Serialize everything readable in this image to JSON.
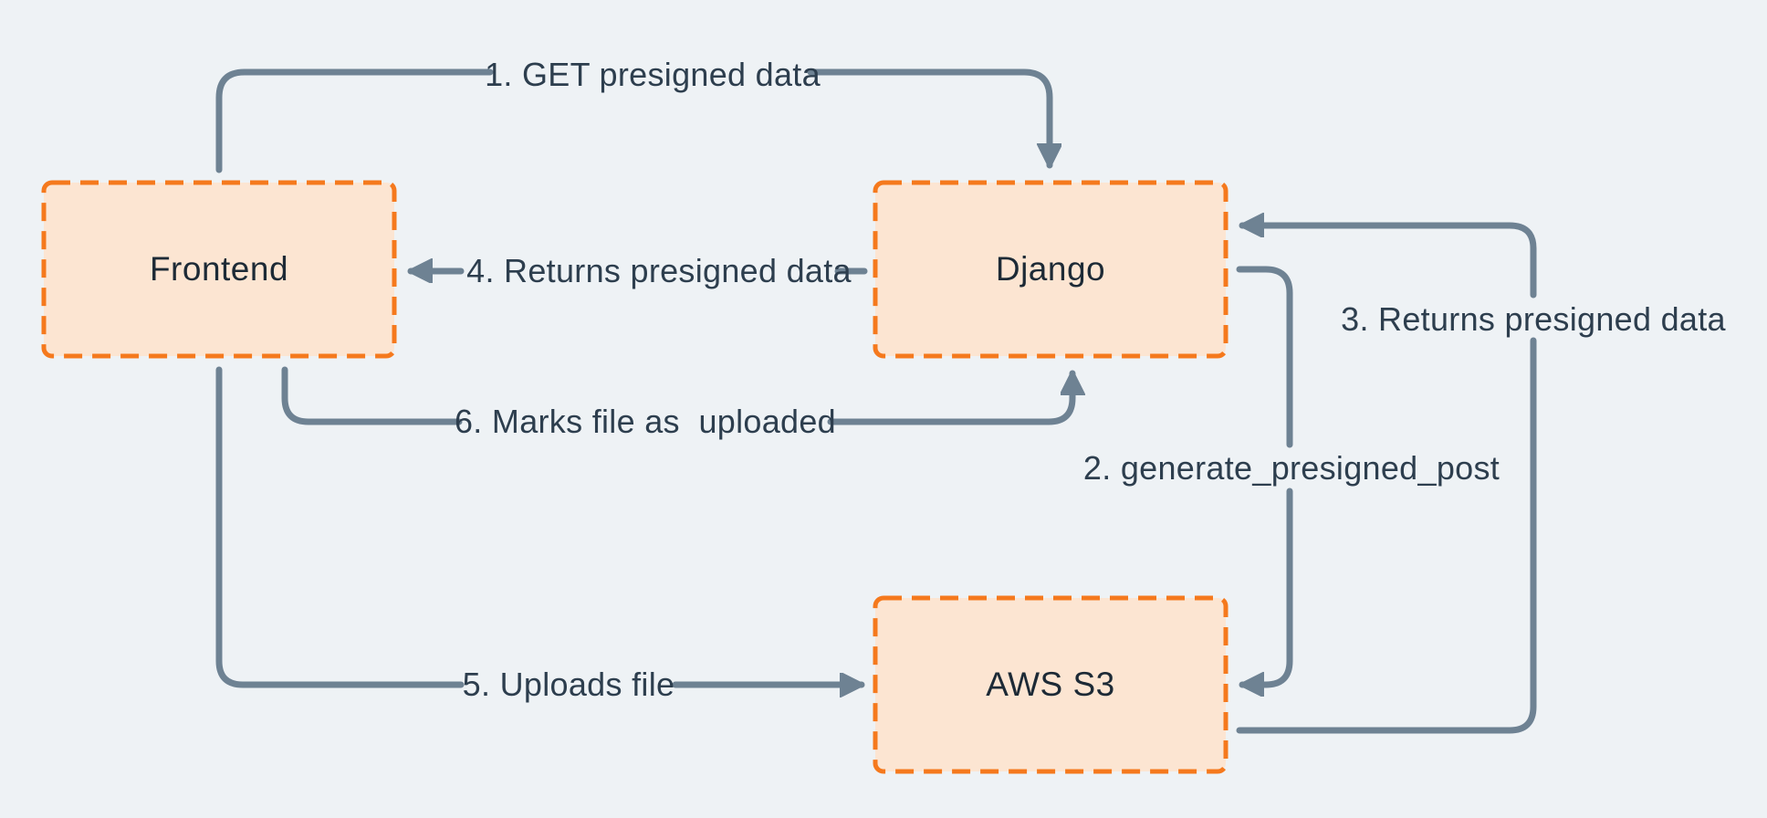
{
  "diagram": {
    "nodes": [
      {
        "id": "frontend",
        "label": "Frontend"
      },
      {
        "id": "django",
        "label": "Django"
      },
      {
        "id": "aws-s3",
        "label": "AWS S3"
      }
    ],
    "flows": [
      {
        "step": "1",
        "label": "1. GET presigned data",
        "from": "Frontend",
        "to": "Django"
      },
      {
        "step": "2",
        "label": "2. generate_presigned_post",
        "from": "Django",
        "to": "AWS S3"
      },
      {
        "step": "3",
        "label": "3. Returns presigned data",
        "from": "AWS S3",
        "to": "Django"
      },
      {
        "step": "4",
        "label": "4. Returns presigned data",
        "from": "Django",
        "to": "Frontend"
      },
      {
        "step": "5",
        "label": "5. Uploads file",
        "from": "Frontend",
        "to": "AWS S3"
      },
      {
        "step": "6",
        "label": "6. Marks file as  uploaded",
        "from": "Frontend",
        "to": "Django"
      }
    ],
    "colors": {
      "background": "#eef2f5",
      "node_fill": "#fce5d2",
      "node_border": "#f5791d",
      "arrow": "#6e8293",
      "flow_text": "#2d3e4e",
      "node_text": "#1d2a36"
    }
  }
}
